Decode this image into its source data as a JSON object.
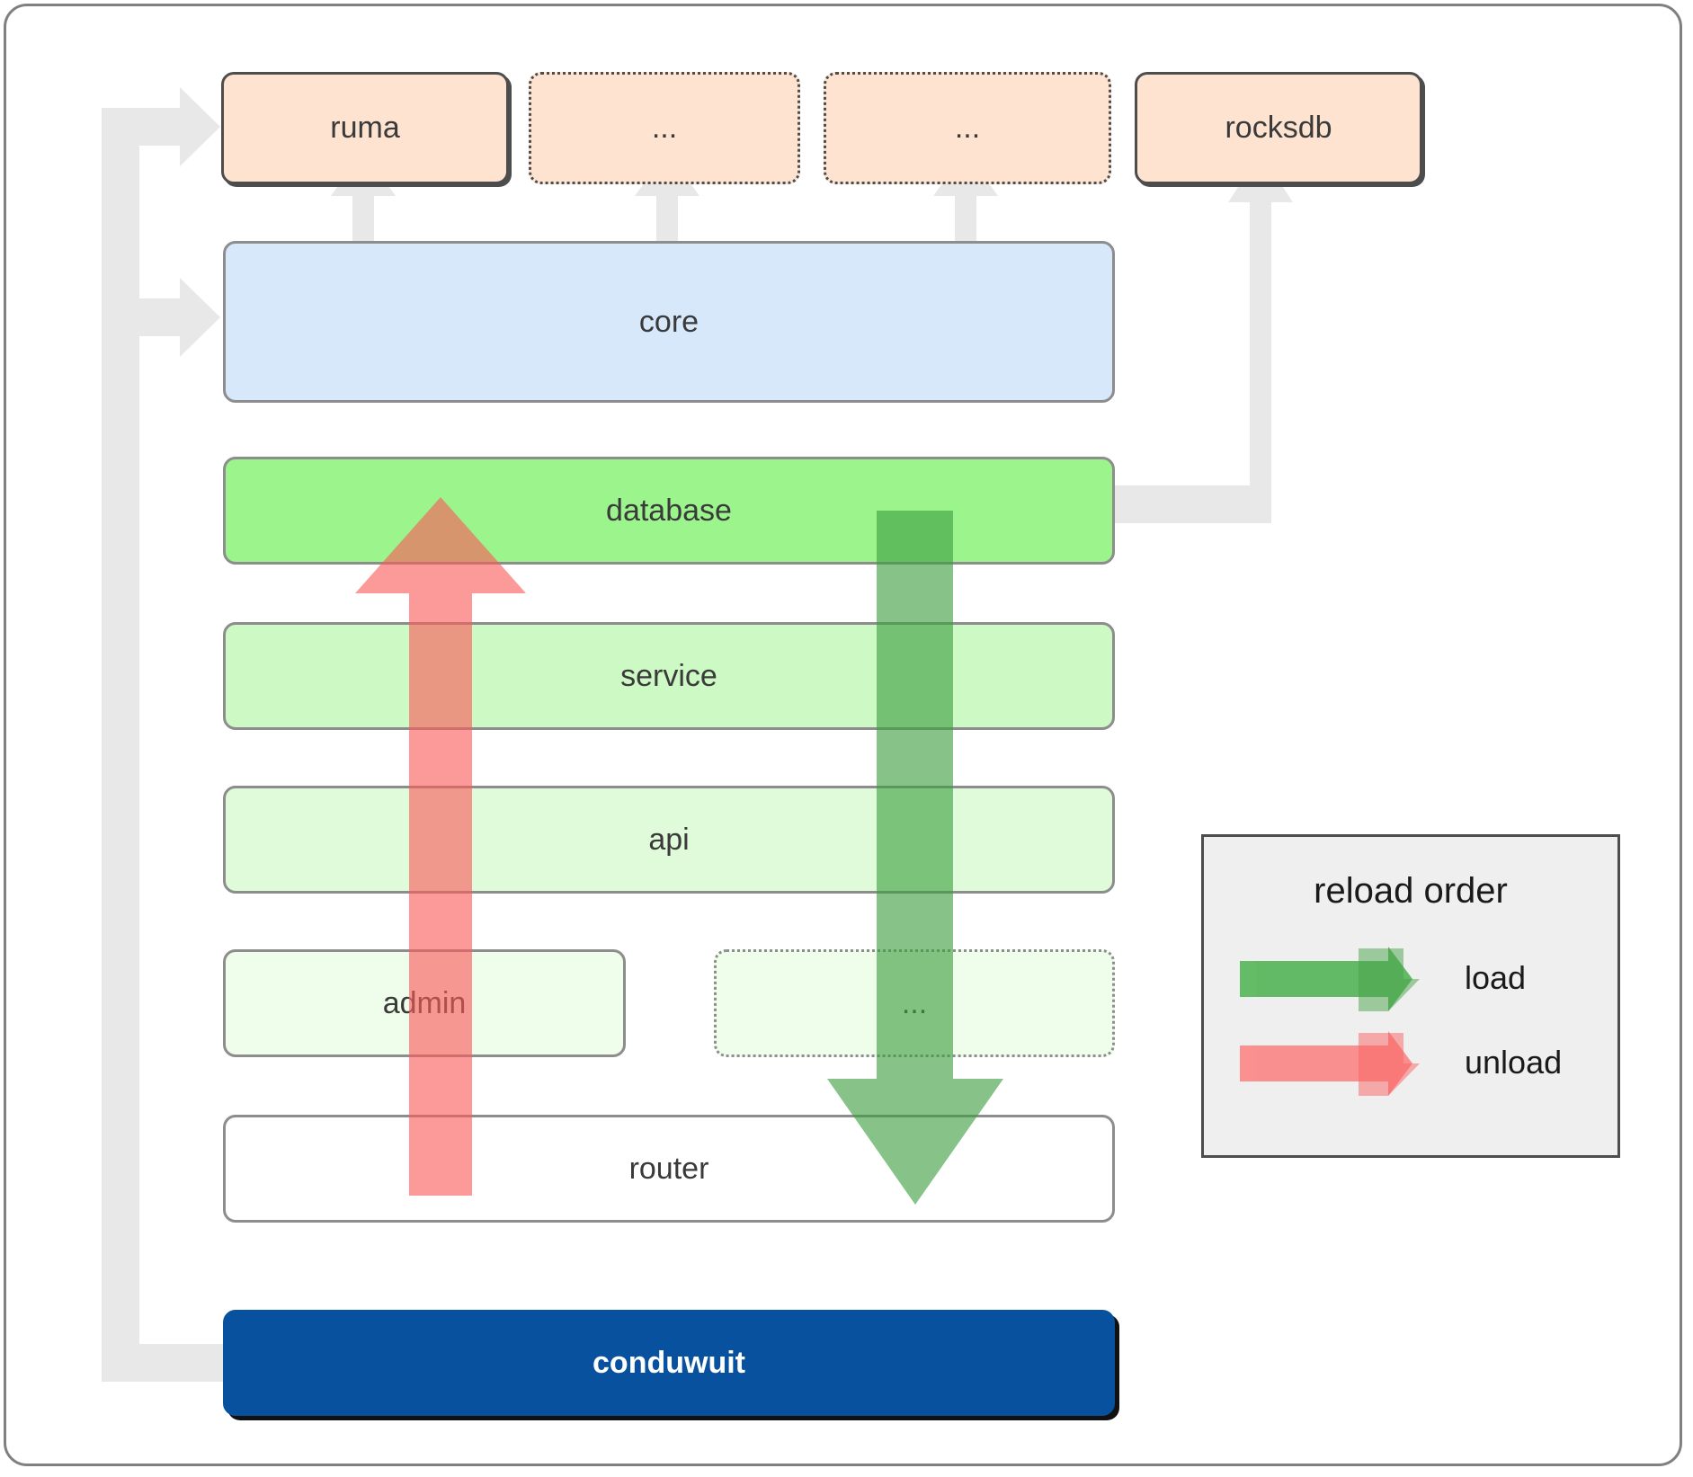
{
  "diagram": {
    "title": "conduwuit crate dependency / reload order diagram",
    "colors": {
      "orange_fill": "#fde3d0",
      "orange_stroke": "#4d4d4d",
      "core_fill": "#d7e8fb",
      "database_fill": "#9bf58c",
      "service_fill": "#cdf9c4",
      "api_fill": "#e0fbd9",
      "admin_fill": "#effdeb",
      "router_fill": "#ffffff",
      "conduwuit_fill": "#07519e",
      "connector_gray": "#e8e8e8",
      "load_green": "#4caf50",
      "unload_red": "#f77",
      "frame_stroke": "#808080"
    },
    "external_row": [
      {
        "label": "ruma",
        "style": "solid"
      },
      {
        "label": "...",
        "style": "dotted"
      },
      {
        "label": "...",
        "style": "dotted"
      },
      {
        "label": "rocksdb",
        "style": "solid"
      }
    ],
    "stack": [
      {
        "label": "core",
        "style": "solid"
      },
      {
        "label": "database",
        "style": "solid"
      },
      {
        "label": "service",
        "style": "solid"
      },
      {
        "label": "api",
        "style": "solid"
      },
      {
        "label": "admin",
        "style": "solid"
      },
      {
        "label": "...",
        "style": "dotted"
      },
      {
        "label": "router",
        "style": "solid"
      }
    ],
    "binary": {
      "label": "conduwuit"
    },
    "legend": {
      "title": "reload order",
      "items": [
        {
          "label": "load",
          "color": "#4caf50",
          "direction": "down"
        },
        {
          "label": "unload",
          "color": "#fa7f7f",
          "direction": "up"
        }
      ]
    }
  }
}
